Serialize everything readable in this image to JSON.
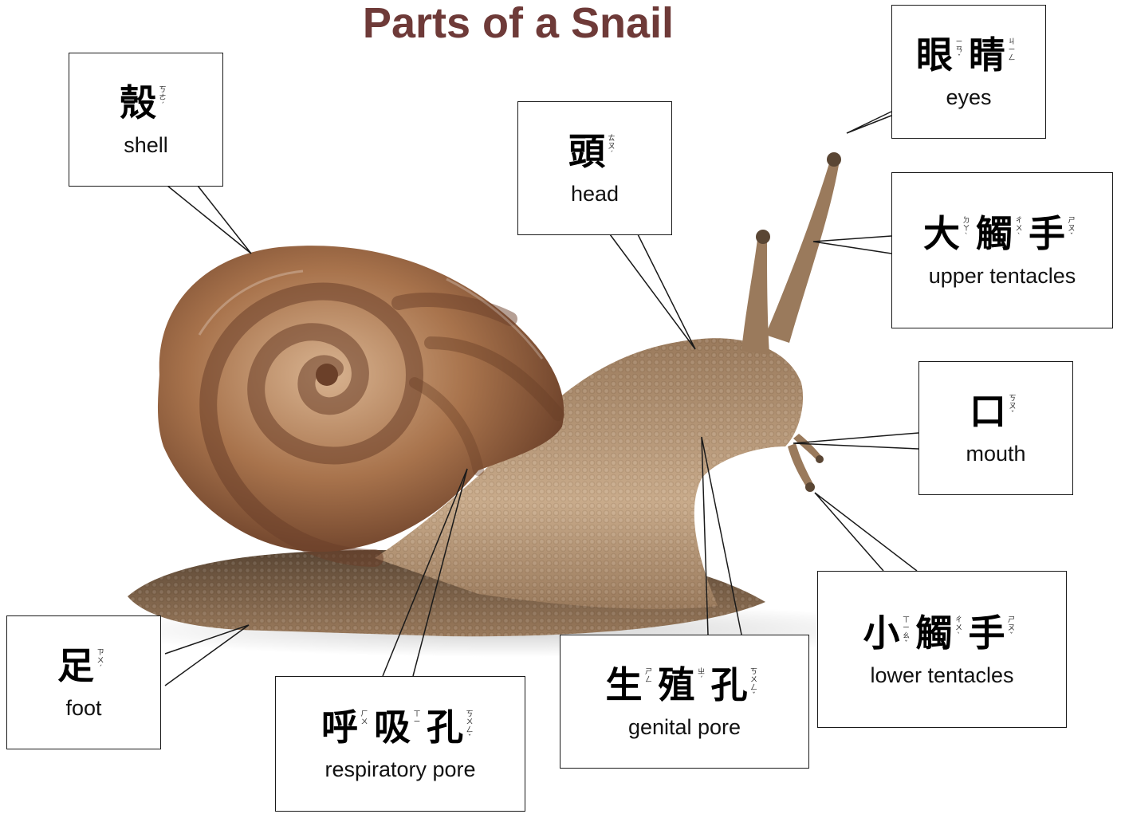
{
  "title": "Parts of a Snail",
  "colors": {
    "title": "#6e3a38",
    "shell_dark": "#6b4029",
    "shell_mid": "#a8734c",
    "shell_light": "#d8b390",
    "body_dark": "#5a4634",
    "body_mid": "#9a7a5c",
    "body_light": "#c9ab8b",
    "leader": "#1a1a1a"
  },
  "labels": [
    {
      "id": "shell",
      "english": "shell",
      "chars": [
        {
          "char": "殼",
          "zhuyin": "ㄎㄜˊ"
        }
      ]
    },
    {
      "id": "head",
      "english": "head",
      "chars": [
        {
          "char": "頭",
          "zhuyin": "ㄊㄡˊ"
        }
      ]
    },
    {
      "id": "eyes",
      "english": "eyes",
      "chars": [
        {
          "char": "眼",
          "zhuyin": "ㄧㄢˇ"
        },
        {
          "char": "睛",
          "zhuyin": "ㄐㄧㄥ"
        }
      ]
    },
    {
      "id": "upper-tentacles",
      "english": "upper tentacles",
      "chars": [
        {
          "char": "大",
          "zhuyin": "ㄉㄚˋ"
        },
        {
          "char": "觸",
          "zhuyin": "ㄔㄨˋ"
        },
        {
          "char": "手",
          "zhuyin": "ㄕㄡˇ"
        }
      ]
    },
    {
      "id": "mouth",
      "english": "mouth",
      "chars": [
        {
          "char": "口",
          "zhuyin": "ㄎㄡˇ"
        }
      ]
    },
    {
      "id": "lower-tentacles",
      "english": "lower tentacles",
      "chars": [
        {
          "char": "小",
          "zhuyin": "ㄒㄧㄠˇ"
        },
        {
          "char": "觸",
          "zhuyin": "ㄔㄨˋ"
        },
        {
          "char": "手",
          "zhuyin": "ㄕㄡˇ"
        }
      ]
    },
    {
      "id": "genital-pore",
      "english": "genital pore",
      "chars": [
        {
          "char": "生",
          "zhuyin": "ㄕㄥ"
        },
        {
          "char": "殖",
          "zhuyin": "ㄓˊ"
        },
        {
          "char": "孔",
          "zhuyin": "ㄎㄨㄥˇ"
        }
      ]
    },
    {
      "id": "respiratory-pore",
      "english": "respiratory pore",
      "chars": [
        {
          "char": "呼",
          "zhuyin": "ㄏㄨ"
        },
        {
          "char": "吸",
          "zhuyin": "ㄒㄧ"
        },
        {
          "char": "孔",
          "zhuyin": "ㄎㄨㄥˇ"
        }
      ]
    },
    {
      "id": "foot",
      "english": "foot",
      "chars": [
        {
          "char": "足",
          "zhuyin": "ㄗㄨˊ"
        }
      ]
    }
  ]
}
